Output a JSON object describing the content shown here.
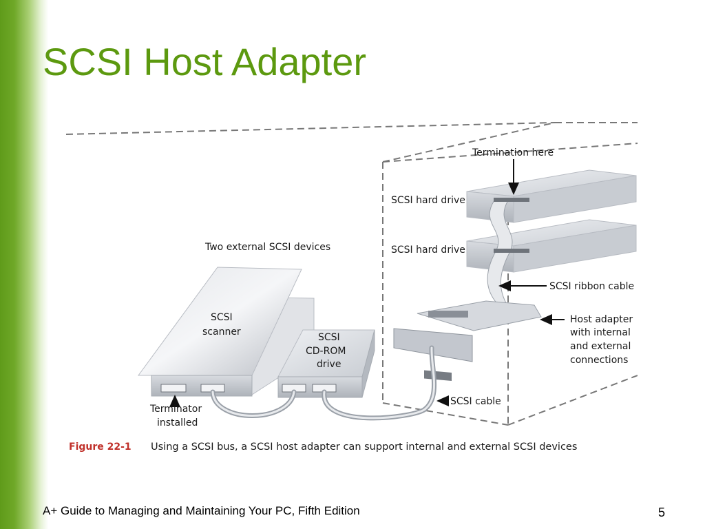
{
  "slide": {
    "title": "SCSI Host Adapter",
    "footer": "A+ Guide to Managing and Maintaining Your PC, Fifth Edition",
    "page_number": "5"
  },
  "figure": {
    "labels": {
      "termination": "Termination here",
      "hard_drive_1": "SCSI hard drive",
      "hard_drive_2": "SCSI hard drive",
      "ribbon_cable": "SCSI ribbon cable",
      "host_adapter_1": "Host adapter",
      "host_adapter_2": "with internal",
      "host_adapter_3": "and external",
      "host_adapter_4": "connections",
      "two_external": "Two external SCSI devices",
      "scanner_1": "SCSI",
      "scanner_2": "scanner",
      "cdrom_1": "SCSI",
      "cdrom_2": "CD-ROM",
      "cdrom_3": "drive",
      "terminator_1": "Terminator",
      "terminator_2": "installed",
      "scsi_cable": "SCSI cable"
    },
    "caption_label": "Figure 22-1",
    "caption_text": "Using a SCSI bus, a SCSI host adapter can support internal and external SCSI devices",
    "caption_color": "#c0302a"
  }
}
